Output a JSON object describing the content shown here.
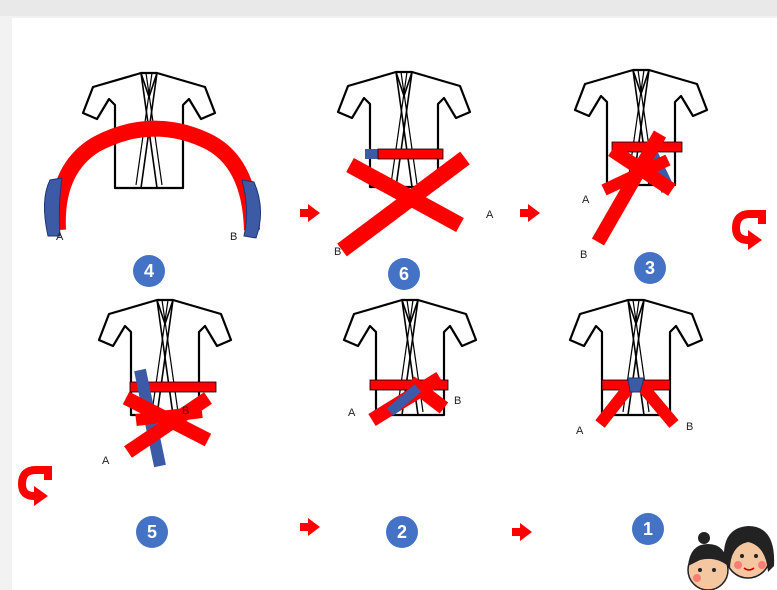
{
  "colors": {
    "belt": "#ff0000",
    "belt_alt": "#3c5aa6",
    "badge": "#4472c4",
    "arrow": "#ff0000",
    "outline": "#000000"
  },
  "steps": [
    {
      "number": "4",
      "label_a": "A",
      "label_b": "B"
    },
    {
      "number": "6",
      "label_a": "A",
      "label_b": "B"
    },
    {
      "number": "3",
      "label_a": "A",
      "label_b": "B"
    },
    {
      "number": "5",
      "label_a": "A",
      "label_b": "B"
    },
    {
      "number": "2",
      "label_a": "A",
      "label_b": "B"
    },
    {
      "number": "1",
      "label_a": "A",
      "label_b": "B"
    }
  ],
  "icons": [
    "arrow-right-icon",
    "return-arrow-icon",
    "cartoon-children-icon"
  ]
}
